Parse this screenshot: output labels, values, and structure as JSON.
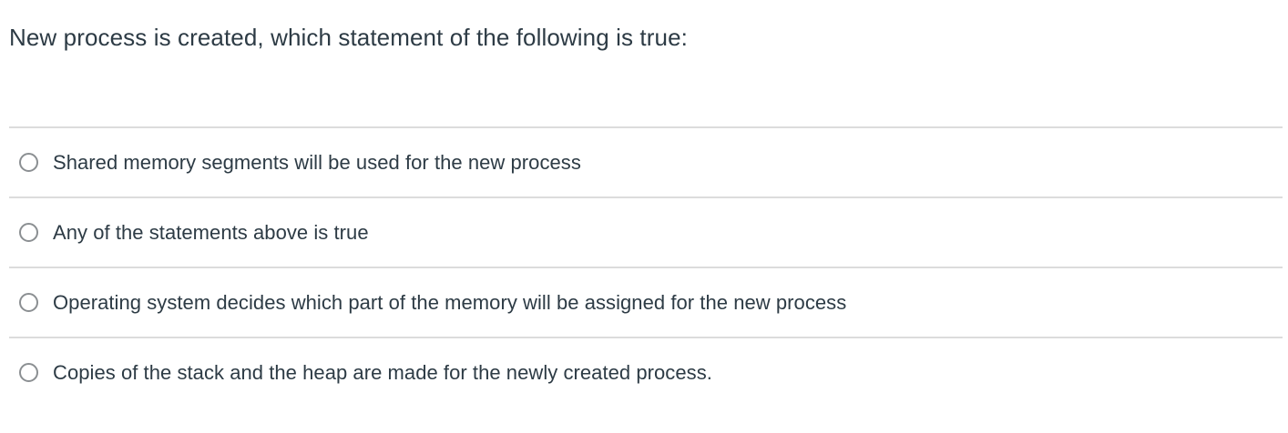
{
  "question": {
    "stem": "New process is created, which statement of the following is true:"
  },
  "answers": {
    "input_type": "radio",
    "options": [
      {
        "label": "Shared memory segments will be used for the new process",
        "selected": false,
        "icon": "radio-unchecked-icon"
      },
      {
        "label": "Any of the statements above is true",
        "selected": false,
        "icon": "radio-unchecked-icon"
      },
      {
        "label": "Operating system decides which part of the memory will be assigned for the new process",
        "selected": false,
        "icon": "radio-unchecked-icon"
      },
      {
        "label": "Copies of the stack and the heap are made for the newly created process.",
        "selected": false,
        "icon": "radio-unchecked-icon"
      }
    ]
  },
  "colors": {
    "text": "#2d3b45",
    "divider": "#dcdcdc",
    "radio_border": "#8b8f92",
    "background": "#ffffff"
  }
}
